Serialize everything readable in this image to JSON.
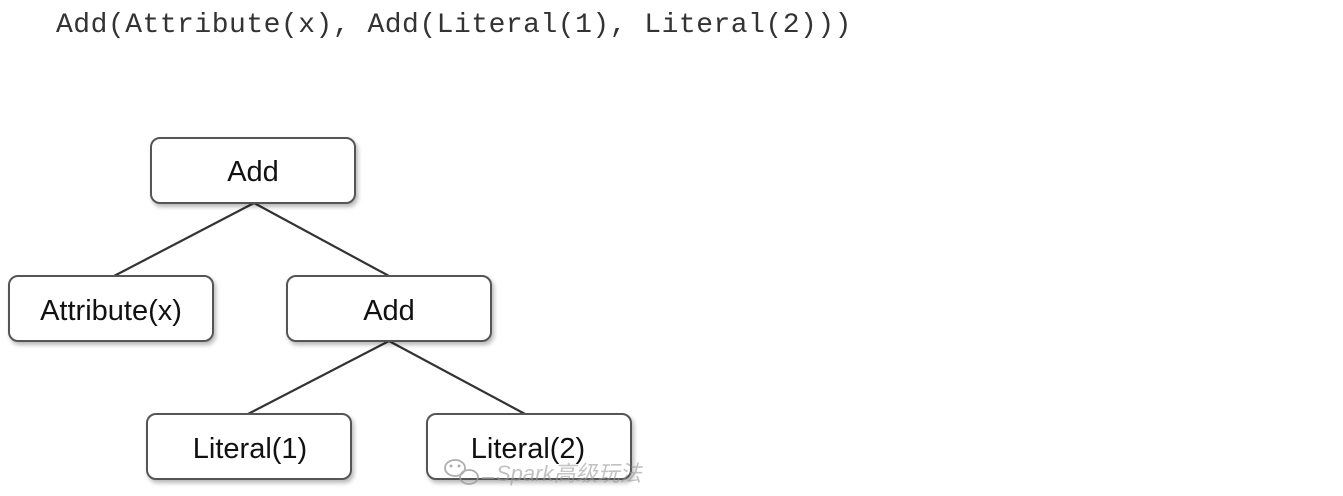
{
  "expression": "Add(Attribute(x), Add(Literal(1), Literal(2)))",
  "tree": {
    "root": "Add",
    "left_child": "Attribute(x)",
    "right_child": "Add",
    "right_left_child": "Literal(1)",
    "right_right_child": "Literal(2)"
  },
  "watermark": {
    "text": "Spark高级玩法",
    "icon": "wechat-icon"
  }
}
